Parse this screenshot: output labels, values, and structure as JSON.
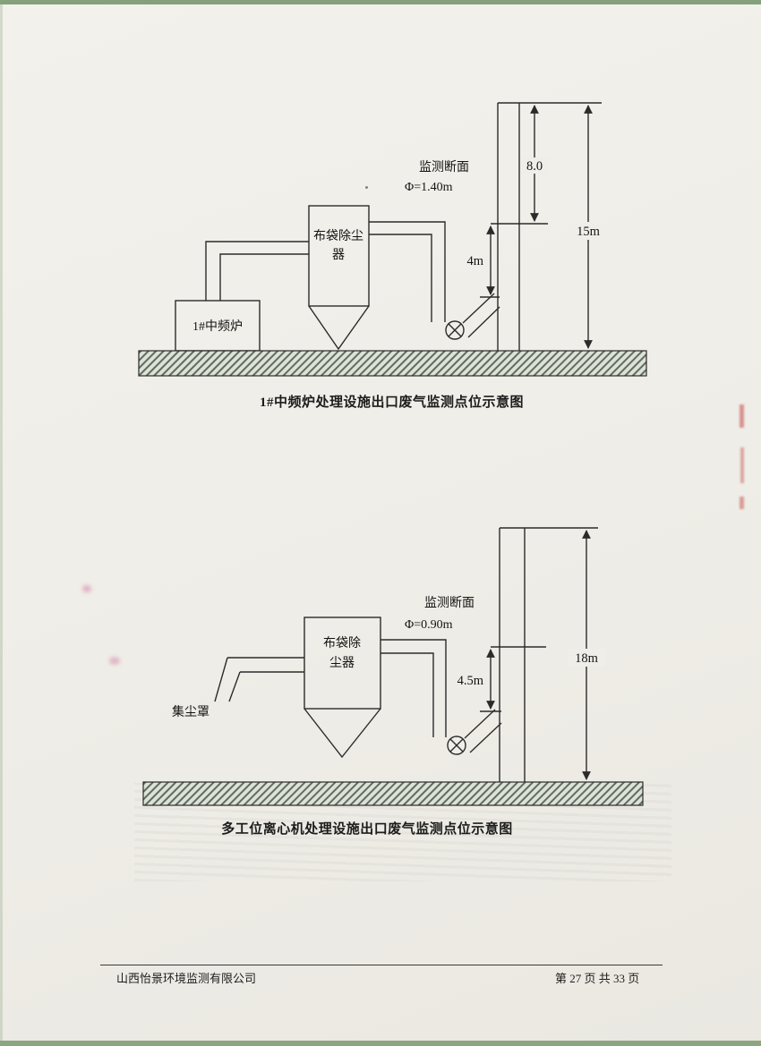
{
  "diagram1": {
    "caption": "1#中频炉处理设施出口废气监测点位示意图",
    "monitor_section_label": "监测断面",
    "monitor_diameter": "Φ=1.40m",
    "stack_height": "15m",
    "top_section_distance": "8.0",
    "duct_to_section_distance": "4m",
    "collector_label_line1": "布袋除尘",
    "collector_label_line2": "器",
    "furnace_label": "1#中频炉"
  },
  "diagram2": {
    "caption": "多工位离心机处理设施出口废气监测点位示意图",
    "monitor_section_label": "监测断面",
    "monitor_diameter": "Φ=0.90m",
    "stack_height": "18m",
    "duct_to_section_distance": "4.5m",
    "collector_label_line1": "布袋除",
    "collector_label_line2": "尘器",
    "hood_label": "集尘罩"
  },
  "footer": {
    "company": "山西怡景环境监测有限公司",
    "page_info": "第 27 页 共 33 页"
  }
}
